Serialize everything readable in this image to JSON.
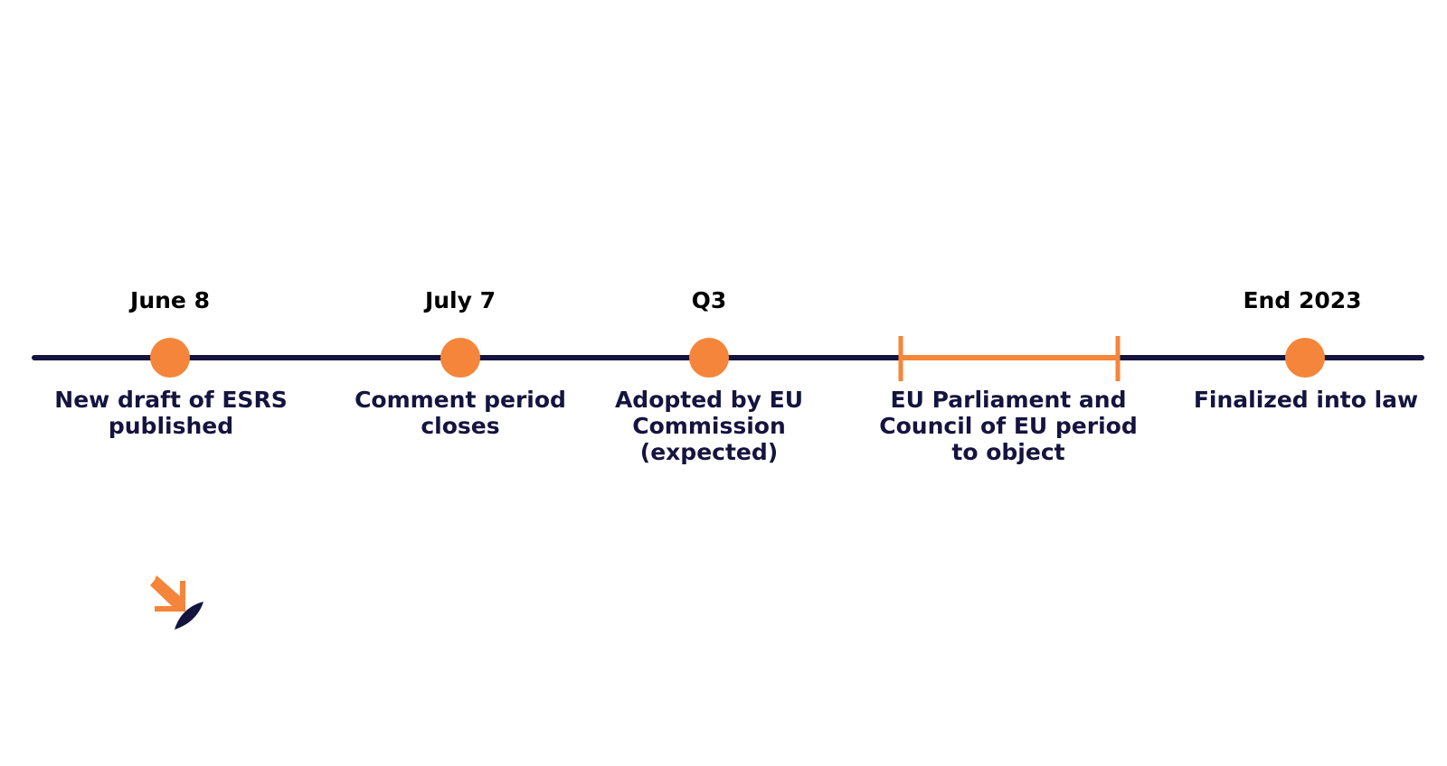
{
  "colors": {
    "line": "#15143f",
    "accent": "#f5853a",
    "text_dark": "#000000",
    "text_navy": "#15143f"
  },
  "milestones": [
    {
      "date": "June 8",
      "description": "New draft of ESRS\npublished"
    },
    {
      "date": "July 7",
      "description": "Comment period\ncloses"
    },
    {
      "date": "Q3",
      "description": "Adopted by EU\nCommission\n(expected)"
    },
    {
      "date": "",
      "description": "EU Parliament and\nCouncil of EU period\nto object"
    },
    {
      "date": "End 2023",
      "description": "Finalized into law"
    }
  ],
  "logo": {
    "icon": "arrow-leaf-logo-icon"
  }
}
